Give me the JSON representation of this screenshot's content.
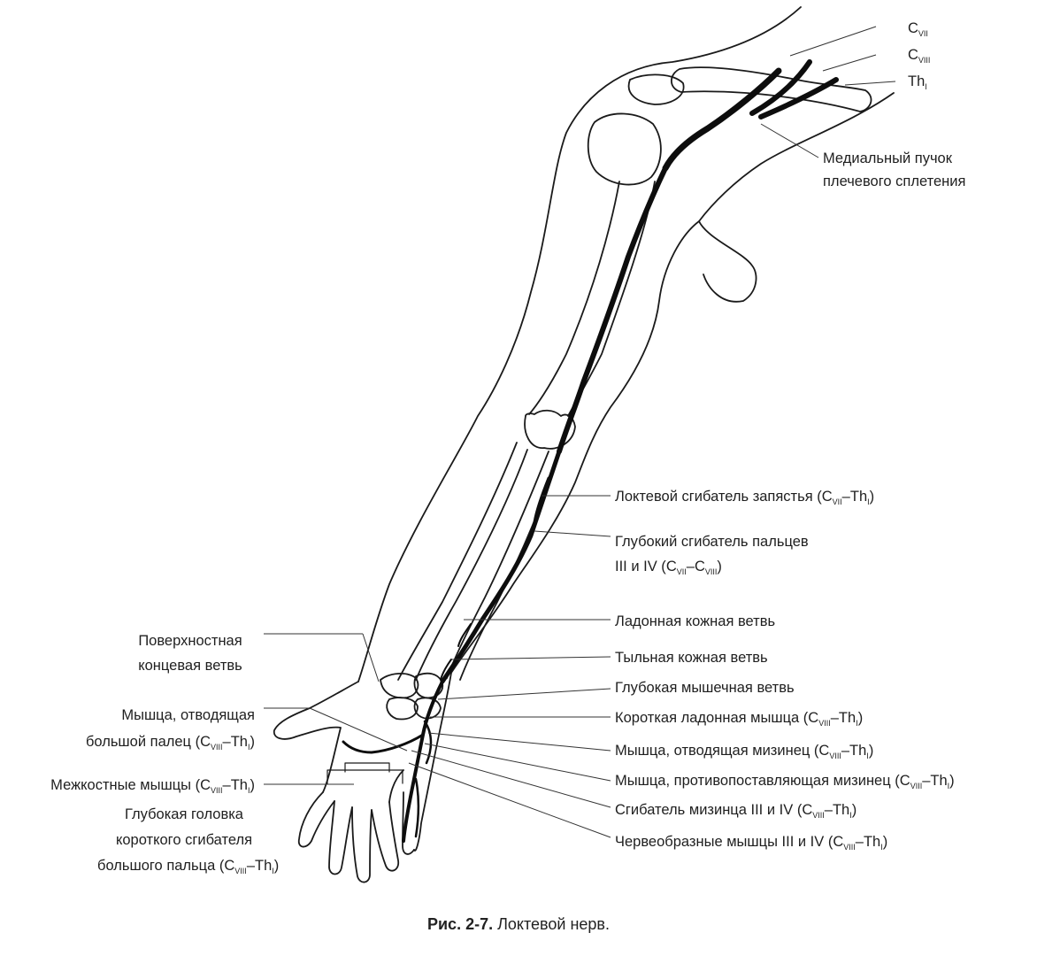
{
  "roots": {
    "c7": {
      "main": "C",
      "sub": "VII"
    },
    "c8": {
      "main": "C",
      "sub": "VIII"
    },
    "th1": {
      "main": "Th",
      "sub": "I"
    }
  },
  "labels": {
    "medial_cord": {
      "line1": "Медиальный пучок",
      "line2": "плечевого сплетения"
    },
    "fcu": {
      "text": "Локтевой сгибатель запястья (",
      "s1": "C",
      "s1sub": "VII",
      "dash": "–",
      "s2": "Th",
      "s2sub": "I",
      "close": ")"
    },
    "fdp": {
      "line1": "Глубокий сгибатель пальцев",
      "line2": "III и IV (",
      "s1": "C",
      "s1sub": "VII",
      "dash": "–",
      "s2": "C",
      "s2sub": "VIII",
      "close": ")"
    },
    "palmar_cutaneous": "Ладонная кожная ветвь",
    "dorsal_cutaneous": "Тыльная кожная ветвь",
    "deep_muscular": "Глубокая мышечная ветвь",
    "palmaris_brevis": {
      "text": "Короткая ладонная мышца (",
      "s1": "C",
      "s1sub": "VIII",
      "dash": "–",
      "s2": "Th",
      "s2sub": "I",
      "close": ")"
    },
    "abductor_dm": {
      "text": "Мышца, отводящая мизинец (",
      "s1": "C",
      "s1sub": "VIII",
      "dash": "–",
      "s2": "Th",
      "s2sub": "I",
      "close": ")"
    },
    "opponens_dm": {
      "text": "Мышца, противопоставляющая мизинец (",
      "s1": "C",
      "s1sub": "VIII",
      "dash": "–",
      "s2": "Th",
      "s2sub": "I",
      "close": ")"
    },
    "flexor_dm": {
      "text": "Сгибатель мизинца III и IV (",
      "s1": "C",
      "s1sub": "VIII",
      "dash": "–",
      "s2": "Th",
      "s2sub": "I",
      "close": ")"
    },
    "lumbricals": {
      "text": "Червеобразные мышцы III и IV (",
      "s1": "C",
      "s1sub": "VIII",
      "dash": "–",
      "s2": "Th",
      "s2sub": "I",
      "close": ")"
    },
    "superficial_terminal": {
      "line1": "Поверхностная",
      "line2": "концевая ветвь"
    },
    "adductor_pollicis": {
      "line1": "Мышца, отводящая",
      "line2": "большой палец (",
      "s1": "C",
      "s1sub": "VIII",
      "dash": "–",
      "s2": "Th",
      "s2sub": "I",
      "close": ")"
    },
    "interossei": {
      "text": "Межкостные мышцы (",
      "s1": "C",
      "s1sub": "VIII",
      "dash": "–",
      "s2": "Th",
      "s2sub": "I",
      "close": ")"
    },
    "fpb_deep": {
      "line1": "Глубокая головка",
      "line2": "короткого сгибателя",
      "line3": "большого пальца (",
      "s1": "C",
      "s1sub": "VIII",
      "dash": "–",
      "s2": "Th",
      "s2sub": "I",
      "close": ")"
    }
  },
  "caption": {
    "prefix": "Рис. 2-7.",
    "text": " Локтевой нерв."
  }
}
